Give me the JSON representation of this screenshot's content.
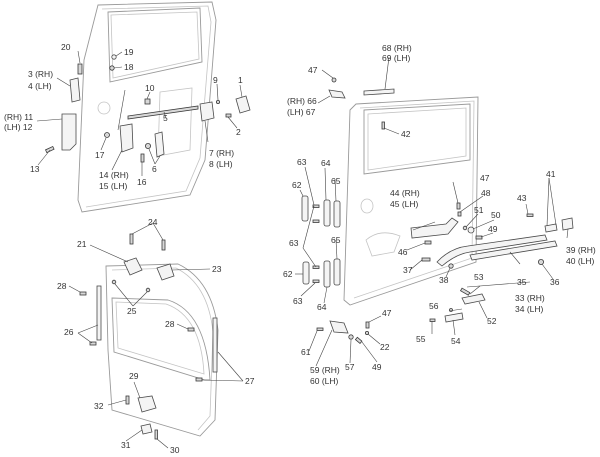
{
  "title": "Sliding door and tailgate hardware exploded parts diagram",
  "views": {
    "sliding_door_inner": {
      "labels": [
        {
          "id": "l20",
          "text": "20"
        },
        {
          "id": "l19",
          "text": "19"
        },
        {
          "id": "l18",
          "text": "18"
        },
        {
          "id": "l3",
          "text": "3 (RH)"
        },
        {
          "id": "l4",
          "text": "4 (LH)"
        },
        {
          "id": "l10",
          "text": "10"
        },
        {
          "id": "l9",
          "text": "9"
        },
        {
          "id": "l1",
          "text": "1"
        },
        {
          "id": "l11",
          "text": "(RH) 11"
        },
        {
          "id": "l12",
          "text": "(LH) 12"
        },
        {
          "id": "l5",
          "text": "5"
        },
        {
          "id": "l2",
          "text": "2"
        },
        {
          "id": "l17",
          "text": "17"
        },
        {
          "id": "l6",
          "text": "6"
        },
        {
          "id": "l7",
          "text": "7 (RH)"
        },
        {
          "id": "l8",
          "text": "8 (LH)"
        },
        {
          "id": "l13",
          "text": "13"
        },
        {
          "id": "l14",
          "text": "14 (RH)"
        },
        {
          "id": "l15",
          "text": "15 (LH)"
        },
        {
          "id": "l16",
          "text": "16"
        }
      ]
    },
    "tailgate": {
      "labels": [
        {
          "id": "l24",
          "text": "24"
        },
        {
          "id": "l21",
          "text": "21"
        },
        {
          "id": "l23",
          "text": "23"
        },
        {
          "id": "l28a",
          "text": "28"
        },
        {
          "id": "l25",
          "text": "25"
        },
        {
          "id": "l26",
          "text": "26"
        },
        {
          "id": "l28b",
          "text": "28"
        },
        {
          "id": "l27",
          "text": "27"
        },
        {
          "id": "l29",
          "text": "29"
        },
        {
          "id": "l32",
          "text": "32"
        },
        {
          "id": "l31",
          "text": "31"
        },
        {
          "id": "l30",
          "text": "30"
        }
      ]
    },
    "sliding_door_outer": {
      "labels": [
        {
          "id": "l68",
          "text": "68 (RH)"
        },
        {
          "id": "l69",
          "text": "69 (LH)"
        },
        {
          "id": "l47a",
          "text": "47"
        },
        {
          "id": "l66",
          "text": "(RH) 66"
        },
        {
          "id": "l67",
          "text": "(LH) 67"
        },
        {
          "id": "l42",
          "text": "42"
        },
        {
          "id": "l63a",
          "text": "63"
        },
        {
          "id": "l64a",
          "text": "64"
        },
        {
          "id": "l65a",
          "text": "65"
        },
        {
          "id": "l62a",
          "text": "62"
        },
        {
          "id": "l47b",
          "text": "47"
        },
        {
          "id": "l44",
          "text": "44 (RH)"
        },
        {
          "id": "l45",
          "text": "45 (LH)"
        },
        {
          "id": "l48",
          "text": "48"
        },
        {
          "id": "l41",
          "text": "41"
        },
        {
          "id": "l43",
          "text": "43"
        },
        {
          "id": "l51",
          "text": "51"
        },
        {
          "id": "l50",
          "text": "50"
        },
        {
          "id": "l49a",
          "text": "49"
        },
        {
          "id": "l63b",
          "text": "63"
        },
        {
          "id": "l65b",
          "text": "65"
        },
        {
          "id": "l46",
          "text": "46"
        },
        {
          "id": "l39",
          "text": "39 (RH)"
        },
        {
          "id": "l40",
          "text": "40 (LH)"
        },
        {
          "id": "l37",
          "text": "37"
        },
        {
          "id": "l62b",
          "text": "62"
        },
        {
          "id": "l38",
          "text": "38"
        },
        {
          "id": "l35",
          "text": "35"
        },
        {
          "id": "l36",
          "text": "36"
        },
        {
          "id": "l53",
          "text": "53"
        },
        {
          "id": "l63c",
          "text": "63"
        },
        {
          "id": "l64b",
          "text": "64"
        },
        {
          "id": "l33",
          "text": "33 (RH)"
        },
        {
          "id": "l34",
          "text": "34 (LH)"
        },
        {
          "id": "l56",
          "text": "56"
        },
        {
          "id": "l52",
          "text": "52"
        },
        {
          "id": "l47c",
          "text": "47"
        },
        {
          "id": "l55",
          "text": "55"
        },
        {
          "id": "l54",
          "text": "54"
        },
        {
          "id": "l22",
          "text": "22"
        },
        {
          "id": "l61",
          "text": "61"
        },
        {
          "id": "l57",
          "text": "57"
        },
        {
          "id": "l49b",
          "text": "49"
        },
        {
          "id": "l59",
          "text": "59 (RH)"
        },
        {
          "id": "l60",
          "text": "60 (LH)"
        }
      ]
    }
  }
}
